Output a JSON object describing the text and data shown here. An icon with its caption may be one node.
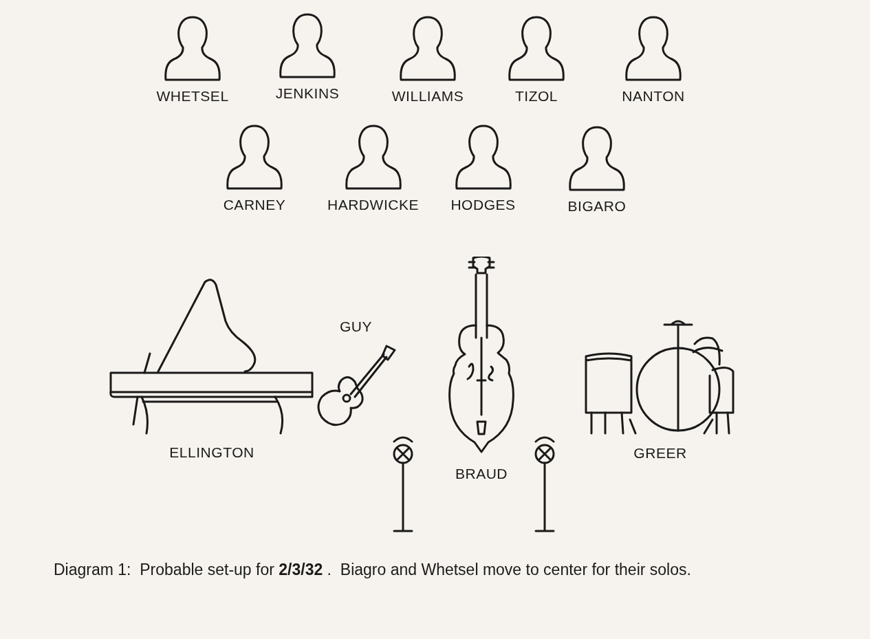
{
  "diagram": {
    "caption": "Diagram 1:  Probable set-up for **2/3/32** .  Biagro and Whetsel move to center for their solos.",
    "nodes": [
      {
        "text": [
          "WHETSEL"
        ]
      },
      {
        "text": [
          "JENKINS"
        ]
      },
      {
        "text": [
          "WILLIAMS"
        ]
      },
      {
        "text": [
          "TIZOL"
        ]
      },
      {
        "text": [
          "NANTON"
        ]
      },
      {
        "text": [
          "CARNEY"
        ]
      },
      {
        "text": [
          "HARDWICKE"
        ]
      },
      {
        "text": [
          "HODGES"
        ]
      },
      {
        "text": [
          "BIGARO"
        ]
      },
      {
        "text": [
          "ELLINGTON"
        ]
      },
      {
        "text": [
          "GUY"
        ]
      },
      {
        "text": [
          "BRAUD"
        ]
      },
      {
        "text": [
          "GREER"
        ]
      }
    ]
  }
}
